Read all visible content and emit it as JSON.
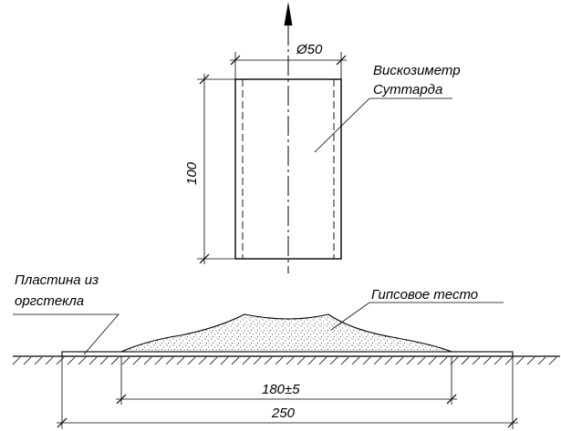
{
  "labels": {
    "viscometer_line1": "Вискозиметр",
    "viscometer_line2": "Суттарда",
    "plate_line1": "Пластина из",
    "plate_line2": "оргстекла",
    "paste": "Гипсовое тесто"
  },
  "dimensions": {
    "diameter": "Ø50",
    "height": "100",
    "spread": "180±5",
    "plate_width": "250"
  },
  "colors": {
    "ink": "#000000",
    "background": "#ffffff"
  }
}
